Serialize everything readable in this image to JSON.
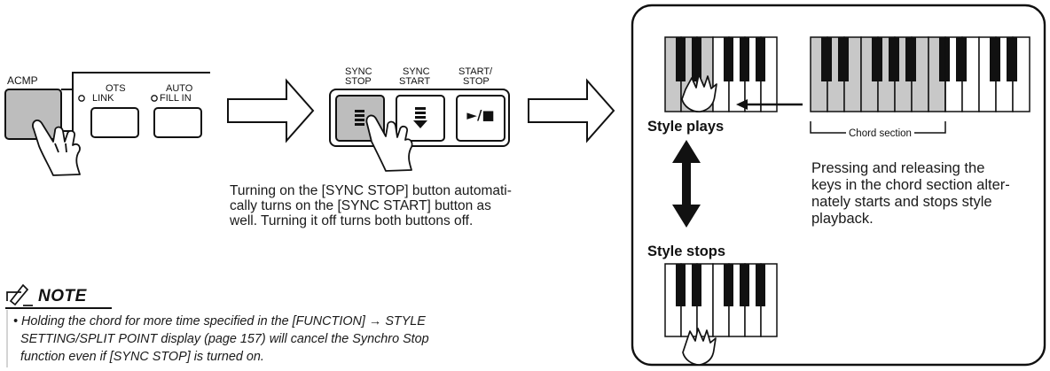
{
  "acmp": {
    "acmp_label": "ACMP",
    "ots_label_line1": "OTS",
    "ots_label_line2": "LINK",
    "auto_label_line1": "AUTO",
    "auto_label_line2": "FILL IN"
  },
  "sync": {
    "sync_stop_line1": "SYNC",
    "sync_stop_line2": "STOP",
    "sync_start_line1": "SYNC",
    "sync_start_line2": "START",
    "start_stop_line1": "START/",
    "start_stop_line2": "STOP",
    "start_stop_symbol": "►/■",
    "description_lines": [
      "Turning on the [SYNC STOP] button automati-",
      "cally turns on the [SYNC START] button as",
      "well. Turning it off turns both buttons off."
    ]
  },
  "panel": {
    "chord_section_label": "Chord section",
    "style_plays": "Style plays",
    "style_stops": "Style stops",
    "description_lines": [
      "Pressing and releasing the",
      "keys in the chord section alter-",
      "nately starts and stops style",
      "playback."
    ]
  },
  "note": {
    "title": "NOTE",
    "lines": [
      "• Holding the chord for more time specified in the [FUNCTION] → STYLE",
      "  SETTING/SPLIT POINT display (page 157) will cancel the Synchro Stop",
      "  function even if [SYNC STOP] is turned on."
    ]
  },
  "colors": {
    "button_active": "#bdbdbd",
    "key_shaded": "#c8c8c8"
  }
}
